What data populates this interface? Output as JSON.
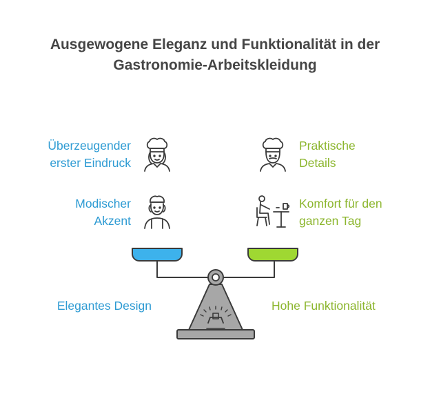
{
  "title": {
    "line1": "Ausgewogene Eleganz und Funktionalität in der",
    "line2": "Gastronomie-Arbeitskleidung"
  },
  "left_items": [
    {
      "line1": "Überzeugender",
      "line2": "erster Eindruck",
      "icon": "female-chef-icon"
    },
    {
      "line1": "Modischer",
      "line2": "Akzent",
      "icon": "waitress-icon"
    }
  ],
  "right_items": [
    {
      "line1": "Praktische",
      "line2": "Details",
      "icon": "male-chef-icon"
    },
    {
      "line1": "Komfort für den",
      "line2": "ganzen Tag",
      "icon": "seated-person-at-table-icon"
    }
  ],
  "balance": {
    "left_label": "Elegantes Design",
    "right_label": "Hohe Funktionalität",
    "left_pan_color": "#3db2ec",
    "right_pan_color": "#9fd832",
    "base_color": "#a7a7a7",
    "stroke_color": "#3a3a3a"
  }
}
